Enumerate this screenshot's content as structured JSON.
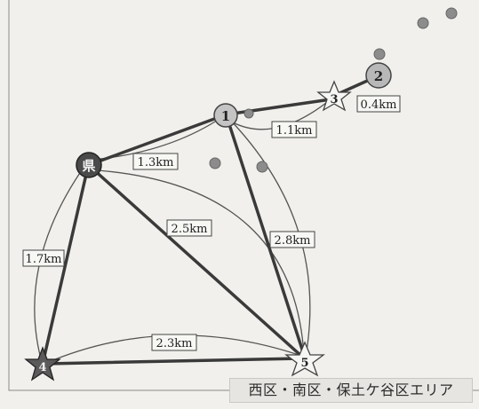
{
  "caption": "西区・南区・保土ケ谷区エリア",
  "nodes": [
    {
      "id": "pref",
      "label": "県",
      "kind": "dark-circle"
    },
    {
      "id": "n1",
      "label": "1",
      "kind": "light-circle"
    },
    {
      "id": "n2",
      "label": "2",
      "kind": "light-circle"
    },
    {
      "id": "n3",
      "label": "3",
      "kind": "star"
    },
    {
      "id": "n4",
      "label": "4",
      "kind": "dark-star"
    },
    {
      "id": "n5",
      "label": "5",
      "kind": "star"
    }
  ],
  "edges": [
    {
      "from": "pref",
      "to": "n1",
      "label": "1.3km"
    },
    {
      "from": "n1",
      "to": "n3",
      "label": "1.1km"
    },
    {
      "from": "n3",
      "to": "n2",
      "label": "0.4km"
    },
    {
      "from": "pref",
      "to": "n5",
      "label": "2.5km"
    },
    {
      "from": "n1",
      "to": "n5",
      "label": "2.8km"
    },
    {
      "from": "pref",
      "to": "n4",
      "label": "1.7km"
    },
    {
      "from": "n4",
      "to": "n5",
      "label": "2.3km"
    }
  ],
  "colors": {
    "background": "#f1f0ec",
    "line": "#3c3c3c",
    "dark_node": "#4a4a4a",
    "light_node": "#bdbdbd",
    "marker": "#8a8a8a"
  }
}
